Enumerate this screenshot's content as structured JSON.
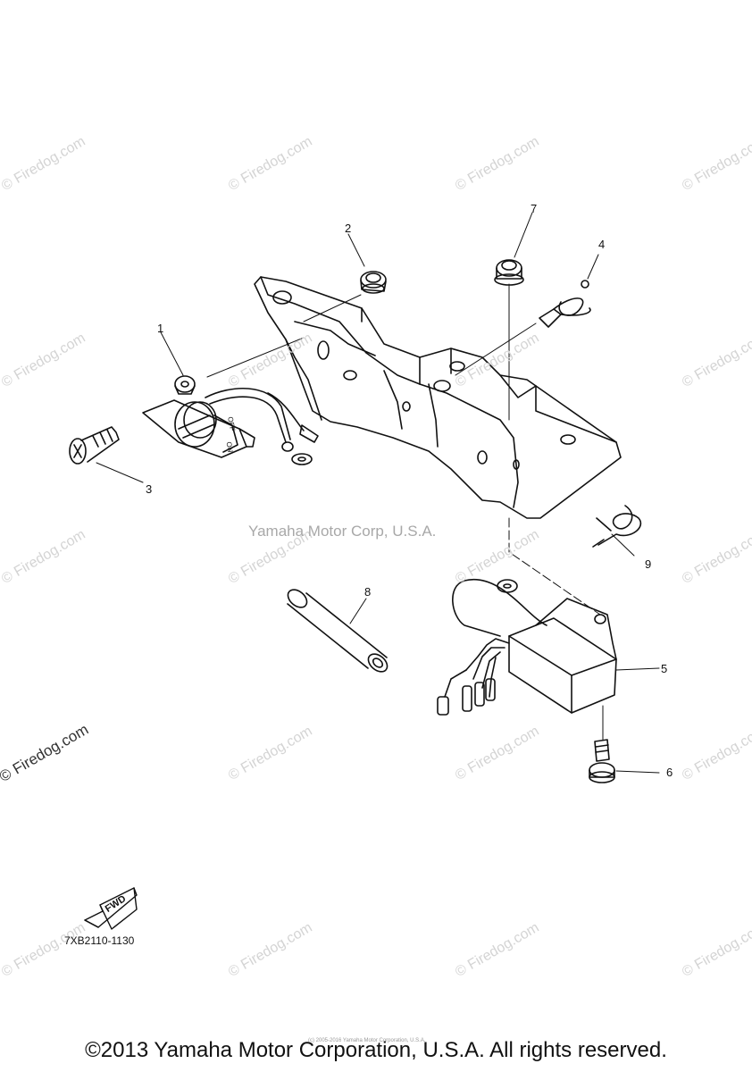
{
  "watermarks": {
    "text": "© Firedog.com",
    "center_text": "Yamaha Motor Corp, U.S.A."
  },
  "callouts": [
    "1",
    "2",
    "3",
    "4",
    "5",
    "6",
    "7",
    "8",
    "9"
  ],
  "switch_labels": {
    "off": "OFF",
    "on": "ON"
  },
  "fwd_label": "FWD",
  "diagram_code": "7XB2110-1130",
  "copyright": "©2013 Yamaha Motor Corporation, U.S.A. All rights reserved.",
  "small_print": "(c) 2005-2016 Yamaha Motor Corporation, U.S.A.",
  "colors": {
    "line": "#111111",
    "watermark": "#d4d4d4"
  }
}
